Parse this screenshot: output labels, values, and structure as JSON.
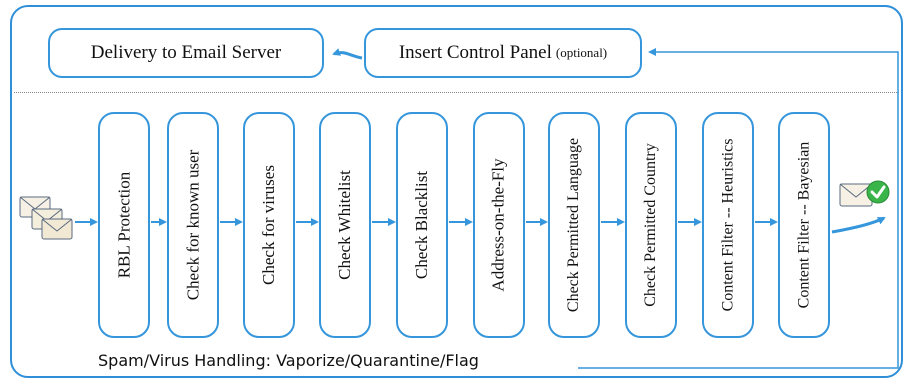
{
  "top": {
    "delivery": "Delivery to Email Server",
    "insert_panel": "Insert Control Panel",
    "insert_panel_note": "(optional)"
  },
  "stages": [
    "RBL Protection",
    "Check for known user",
    "Check for viruses",
    "Check Whitelist",
    "Check Blacklist",
    "Address-on-the-Fly",
    "Check Permitted Language",
    "Check Permitted Country",
    "Content Filter -- Heuristics",
    "Content Filter -- Bayesian"
  ],
  "handling": "Spam/Virus Handling: Vaporize/Quarantine/Flag",
  "icons": {
    "incoming": "incoming-mail-icon",
    "approved": "approved-mail-icon"
  },
  "colors": {
    "accent": "#3596dc",
    "check": "#3ab54a"
  }
}
